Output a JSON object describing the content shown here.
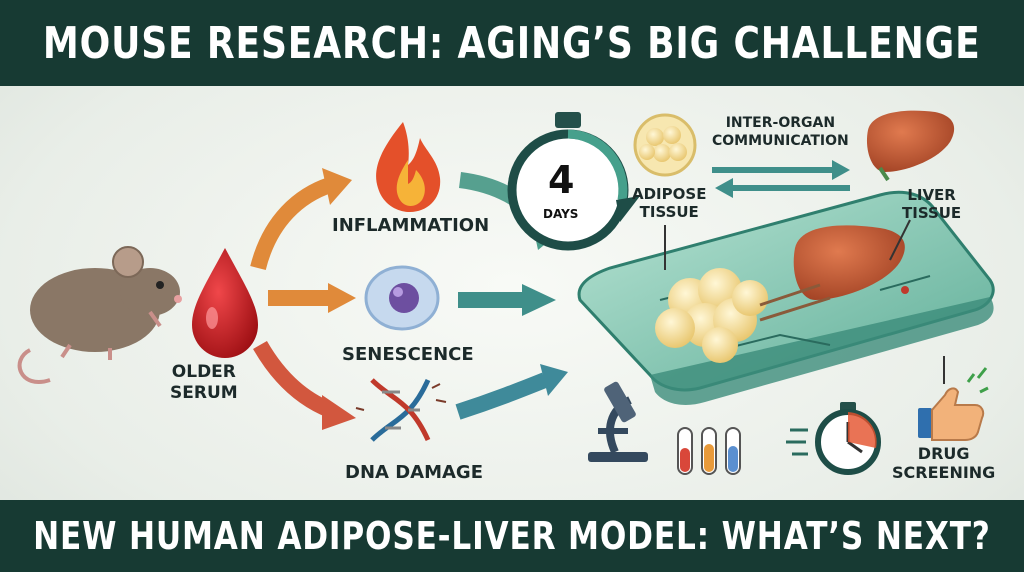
{
  "title": "MOUSE RESEARCH: AGING’S BIG CHALLENGE",
  "subtitle": "NEW HUMAN ADIPOSE-LIVER MODEL: WHAT’S NEXT?",
  "labels": {
    "older_serum": [
      "OLDER",
      "SERUM"
    ],
    "inflammation": "INFLAMMATION",
    "senescence": "SENESCENCE",
    "dna_damage": "DNA DAMAGE",
    "timer_number": "4",
    "timer_unit": "DAYS",
    "adipose": [
      "ADIPOSE",
      "TISSUE"
    ],
    "inter_organ": [
      "INTER-ORGAN",
      "COMMUNICATION"
    ],
    "liver": [
      "LIVER",
      "TISSUE"
    ],
    "drug_screening": [
      "DRUG",
      "SCREENING"
    ]
  },
  "colors": {
    "banner": "#173a33",
    "arrow_orange": "#e08a3a",
    "arrow_red": "#d2573e",
    "arrow_teal": "#3f8f8a",
    "chip": "#7fc6b0",
    "liver": "#b5502d",
    "fat": "#f3dc8f",
    "blood": "#c3161b"
  },
  "icons": [
    "mouse-icon",
    "blood-drop-icon",
    "fire-icon",
    "cell-icon",
    "dna-icon",
    "stopwatch-icon",
    "adipose-icon",
    "liver-icon",
    "chip-icon",
    "microscope-icon",
    "test-tubes-icon",
    "timer-icon",
    "thumbs-up-icon"
  ]
}
